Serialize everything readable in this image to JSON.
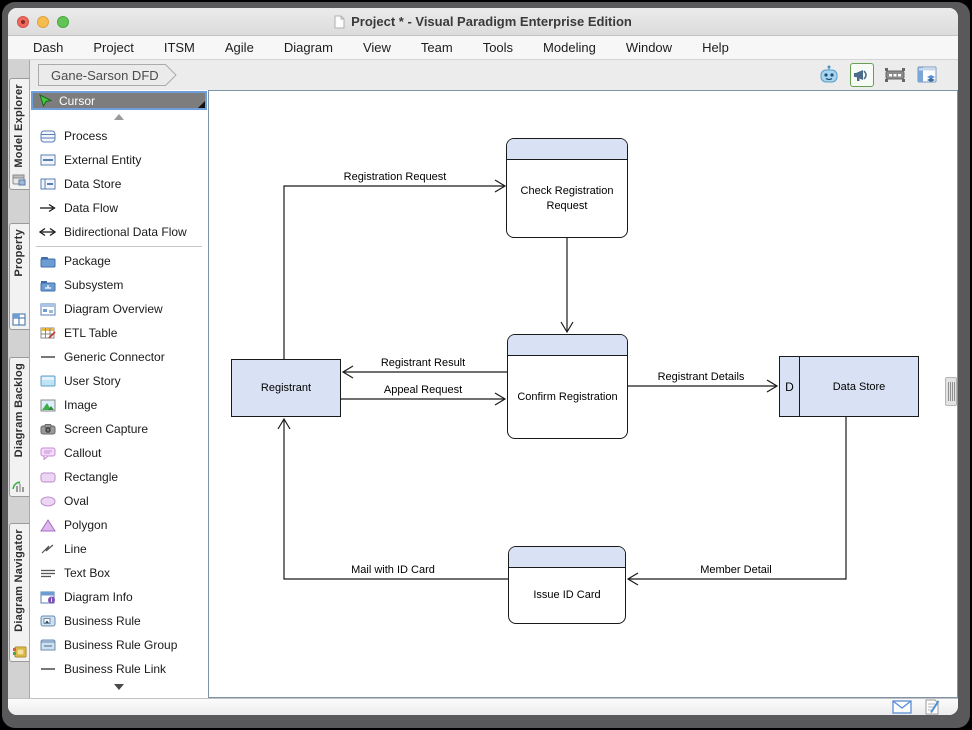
{
  "window": {
    "title": "Project * - Visual Paradigm Enterprise Edition"
  },
  "menu_bar": {
    "items": [
      {
        "label": "Dash"
      },
      {
        "label": "Project"
      },
      {
        "label": "ITSM"
      },
      {
        "label": "Agile"
      },
      {
        "label": "Diagram"
      },
      {
        "label": "View"
      },
      {
        "label": "Team"
      },
      {
        "label": "Tools"
      },
      {
        "label": "Modeling"
      },
      {
        "label": "Window"
      },
      {
        "label": "Help"
      }
    ]
  },
  "toolbar": {
    "breadcrumb_label": "Gane-Sarson DFD",
    "right_icons": [
      {
        "name": "ai-assistant-robot-icon"
      },
      {
        "name": "announcement-megaphone-icon",
        "selected": true
      },
      {
        "name": "storyboard-selection-icon"
      },
      {
        "name": "layout-panels-icon"
      }
    ]
  },
  "side_tabs": {
    "items": [
      {
        "label": "Model Explorer",
        "icon": "model-explorer-icon"
      },
      {
        "label": "Property",
        "icon": "property-grid-icon"
      },
      {
        "label": "Diagram Backlog",
        "icon": "diagram-backlog-icon"
      },
      {
        "label": "Diagram Navigator",
        "icon": "diagram-navigator-icon"
      }
    ]
  },
  "palette": {
    "cursor": {
      "label": "Cursor"
    },
    "items": [
      {
        "label": "Process",
        "icon": "process-icon"
      },
      {
        "label": "External Entity",
        "icon": "external-entity-icon"
      },
      {
        "label": "Data Store",
        "icon": "data-store-icon"
      },
      {
        "label": "Data Flow",
        "icon": "data-flow-icon"
      },
      {
        "label": "Bidirectional Data Flow",
        "icon": "bidirectional-data-flow-icon"
      },
      {
        "label": "Package",
        "icon": "package-icon"
      },
      {
        "label": "Subsystem",
        "icon": "subsystem-icon"
      },
      {
        "label": "Diagram Overview",
        "icon": "diagram-overview-icon"
      },
      {
        "label": "ETL Table",
        "icon": "etl-table-icon"
      },
      {
        "label": "Generic Connector",
        "icon": "generic-connector-icon"
      },
      {
        "label": "User Story",
        "icon": "user-story-icon"
      },
      {
        "label": "Image",
        "icon": "image-icon"
      },
      {
        "label": "Screen Capture",
        "icon": "screen-capture-icon"
      },
      {
        "label": "Callout",
        "icon": "callout-icon"
      },
      {
        "label": "Rectangle",
        "icon": "rectangle-icon"
      },
      {
        "label": "Oval",
        "icon": "oval-icon"
      },
      {
        "label": "Polygon",
        "icon": "polygon-icon"
      },
      {
        "label": "Line",
        "icon": "line-icon"
      },
      {
        "label": "Text Box",
        "icon": "text-box-icon"
      },
      {
        "label": "Diagram Info",
        "icon": "diagram-info-icon"
      },
      {
        "label": "Business Rule",
        "icon": "business-rule-icon"
      },
      {
        "label": "Business Rule Group",
        "icon": "business-rule-group-icon"
      },
      {
        "label": "Business Rule Link",
        "icon": "business-rule-link-icon"
      }
    ]
  },
  "diagram": {
    "nodes": {
      "check_registration": {
        "type": "process",
        "label": "Check Registration Request"
      },
      "confirm_registration": {
        "type": "process",
        "label": "Confirm Registration"
      },
      "issue_id_card": {
        "type": "process",
        "label": "Issue ID Card"
      },
      "registrant": {
        "type": "external-entity",
        "label": "Registrant"
      },
      "data_store": {
        "type": "data-store",
        "id": "D",
        "label": "Data Store"
      }
    },
    "flows": {
      "registration_request": {
        "label": "Registration Request",
        "from": "registrant",
        "to": "check_registration"
      },
      "registrant_result": {
        "label": "Registrant Result",
        "from": "confirm_registration",
        "to": "registrant"
      },
      "appeal_request": {
        "label": "Appeal Request",
        "from": "registrant",
        "to": "confirm_registration"
      },
      "registrant_details": {
        "label": "Registrant Details",
        "from": "confirm_registration",
        "to": "data_store"
      },
      "member_detail": {
        "label": "Member Detail",
        "from": "data_store",
        "to": "issue_id_card"
      },
      "mail_with_id_card": {
        "label": "Mail with ID Card",
        "from": "issue_id_card",
        "to": "registrant"
      }
    },
    "colors": {
      "node_fill": "#d9e2f4",
      "node_border": "#1a1a1a",
      "selection_accent": "#6f9fd8"
    }
  },
  "status_bar": {
    "icons": [
      {
        "name": "mail-icon"
      },
      {
        "name": "edit-document-icon"
      }
    ]
  }
}
